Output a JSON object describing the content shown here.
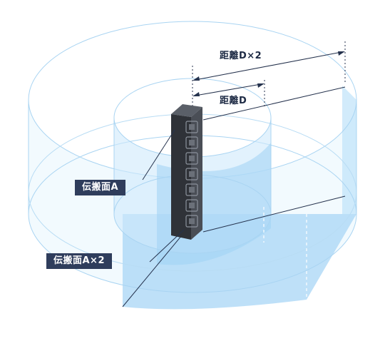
{
  "labels": {
    "distance_d": "距離D",
    "distance_2d": "距離D×2",
    "plane_a": "伝搬面A",
    "plane_2a": "伝搬面A×2"
  },
  "colors": {
    "outline": "#a9d4f2",
    "fill_light": "#d9eefb",
    "fill_mid": "#bfe2f9",
    "fill_deep": "#9fd2f4",
    "dimension_line": "#25324d",
    "tag_bg": "#2f3d5c",
    "rack": "#3b3f46"
  }
}
